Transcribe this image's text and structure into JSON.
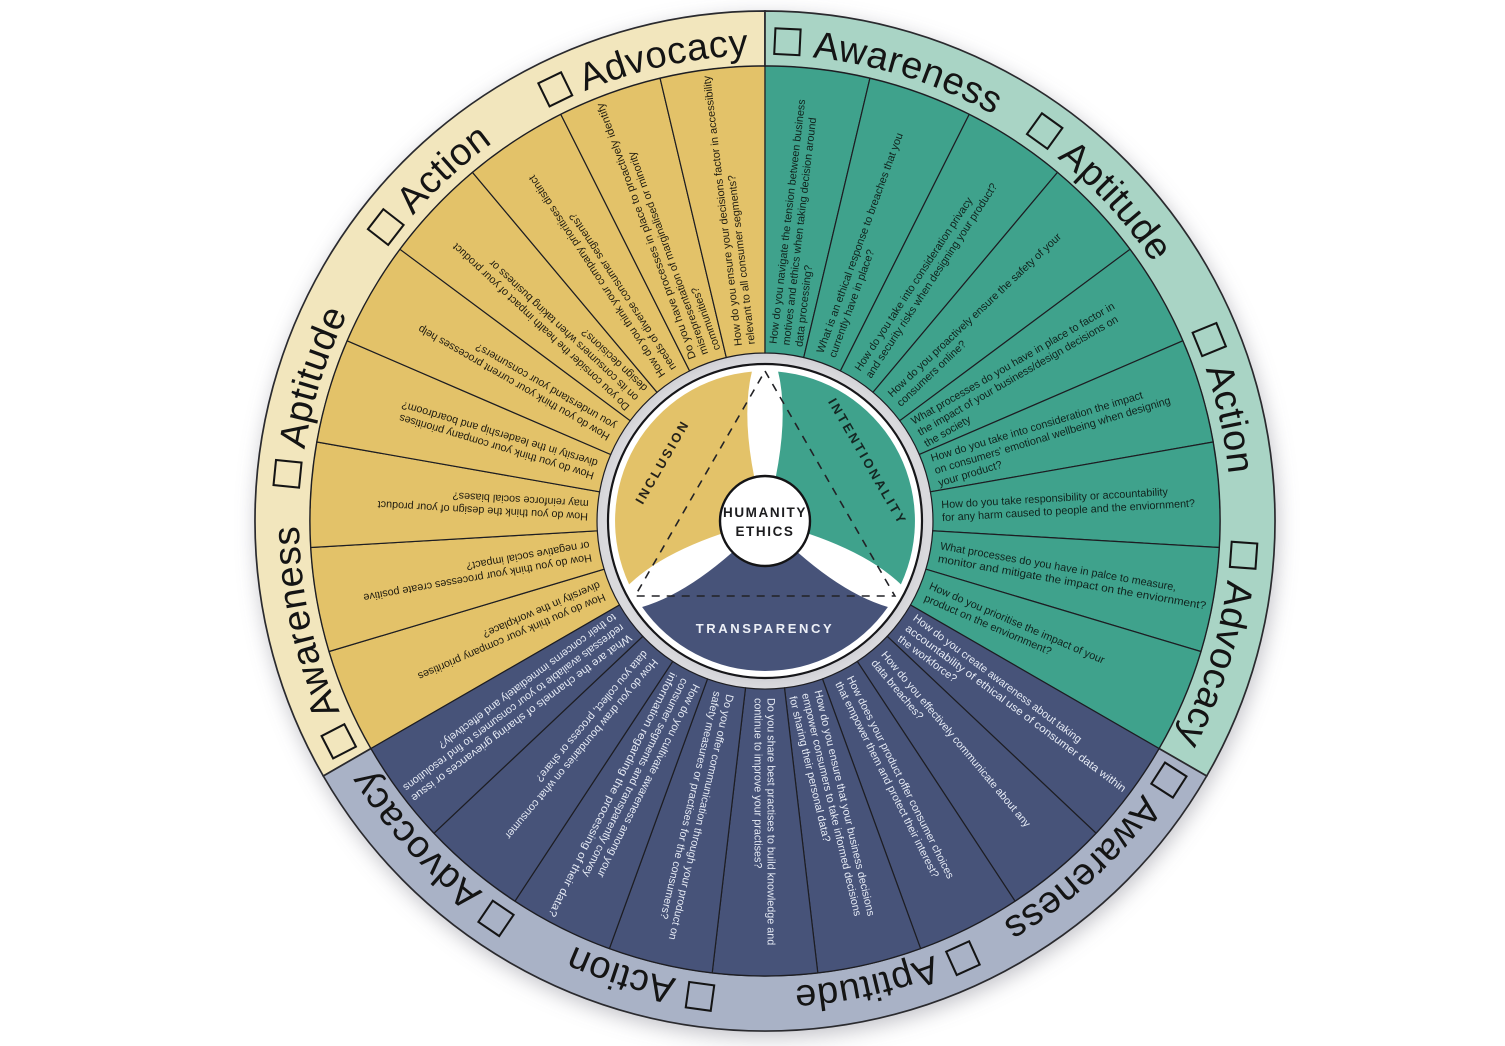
{
  "icons": {
    "checkbox": "☐"
  },
  "wheel": {
    "center": {
      "line1": "HUMANITY",
      "line2": "ETHICS"
    },
    "sections": [
      {
        "id": "inclusion",
        "petal_label": "INCLUSION",
        "start_angle": 240,
        "colors": {
          "wedge": "#E3C269",
          "ring": "#F2E6BD",
          "question_text": "#201C10",
          "petal_text": "#26221A"
        },
        "ring_labels": [
          "Awareness",
          "Aptitude",
          "Action",
          "Advocacy"
        ],
        "questions": [
          "How do you think your company prioritises\ndiversity in the workplace?",
          "How do you think your processes create positive\nor negative social impact?",
          "How do you think the design of your product\nmay reinforce social biases?",
          "How do you think your company prioritises\ndiversity in the leadership and boardroom?",
          "How do you think your current processes help\nyou understand your consumers?",
          "Do you consider the health impact of your product\non its consumers when taking business or\ndesign decisions?",
          "How do you think your company prioritises distinct\nneeds of diverse consumer segments?",
          "Do you have processes in place to proactively identify\nmisrepresentation of marginalised or minority\ncommunities?",
          "How do you ensure your decisions factor in accessibility\nrelevant to all consumer segments?"
        ]
      },
      {
        "id": "intentionality",
        "petal_label": "INTENTIONALITY",
        "start_angle": 0,
        "colors": {
          "wedge": "#3FA28C",
          "ring": "#A9D4C5",
          "question_text": "#10231D",
          "petal_text": "#142622"
        },
        "ring_labels": [
          "Awareness",
          "Aptitude",
          "Action",
          "Advocacy"
        ],
        "questions": [
          "How do you navigate the tension between business\nmotives and ethics when taking decision around\ndata processing?",
          "What is an ethical response to breaches that you\ncurrently have in place?",
          "How do you take into consideration privacy\nand security risks when designing your product?",
          "How do you proactively ensure the safety of your\nconsumers online?",
          "What processes do you have in place to factor in\nthe impact of your business/design decisions on\nthe society",
          "How do you take into consideration the impact\non consumers' emotional wellbeing when designing\nyour product?",
          "How do you take responsibility or accountability\nfor any harm caused to people and the enviornment?",
          "What processes do you have in palce to measure,\nmonitor and mitigate the impact on the enviornment?",
          "How do you prioritise the impact of your\nproduct on the enviornment?"
        ]
      },
      {
        "id": "transparency",
        "petal_label": "TRANSPARENCY",
        "start_angle": 120,
        "colors": {
          "wedge": "#475379",
          "ring": "#A9B2C6",
          "question_text": "#E6EBF5",
          "petal_text": "#EDF0F7"
        },
        "ring_labels": [
          "Awareness",
          "Aptitude",
          "Action",
          "Advocacy"
        ],
        "questions": [
          "How do you create awareness about taking\naccountability of ethical use of consumer data within\nthe workforce?",
          "How do you effectively communicate about any\ndata breaches?",
          "How does your product offer consumer choices\nthat empower them and protect their interest?",
          "How do you ensure that your business decisions\nempower consumers to take informed decisions\nfor sharing their personal data?",
          "Do you share best practises to build knowledge and\ncontinue to improve your practises?",
          "Do you offer communication through your product on\nsafety measures or practises for the consumers?",
          "How do you cultivate awareness among your\nconsumer segments and transparently convey\ninformation regarding the processing of their data?",
          "How do you draw boundaries on what consumer\ndata you collect, process or share?",
          "What are the channels of sharing grievances or issue\nredressals available to your consumers to find resolutions\nto their concerns immediately and effectively?"
        ]
      }
    ]
  }
}
